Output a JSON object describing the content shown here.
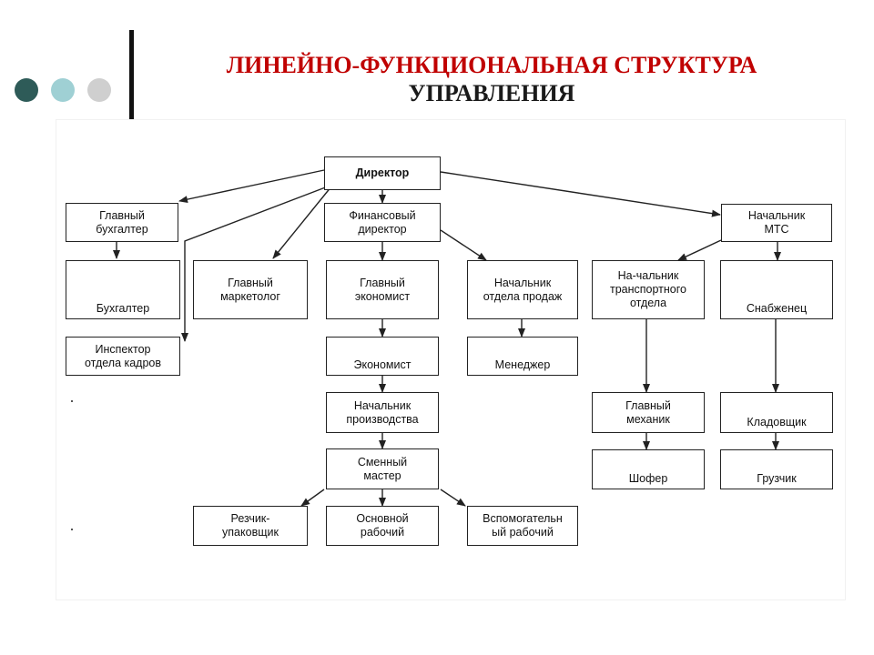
{
  "slide": {
    "title_line1": "ЛИНЕЙНО-ФУНКЦИОНАЛЬНАЯ СТРУКТУРА",
    "title_line2": "УПРАВЛЕНИЯ",
    "colors": {
      "title": "#c00000",
      "dot1": "#2e5b58",
      "dot2": "#9fd0d4",
      "dot3": "#cfcfcf"
    }
  },
  "chart": {
    "boxes": {
      "director": [
        "Директор"
      ],
      "chief_accountant": [
        "Главный",
        "бухгалтер"
      ],
      "finance_director": [
        "Финансовый",
        "директор"
      ],
      "head_mts": [
        "Начальник",
        "МТС"
      ],
      "accountant": [
        "Бухгалтер"
      ],
      "chief_marketer": [
        "Главный",
        "маркетолог"
      ],
      "chief_economist": [
        "Главный",
        "экономист"
      ],
      "head_sales": [
        "Начальник",
        "отдела продаж"
      ],
      "head_transport": [
        "На-чальник",
        "транспортного",
        "отдела"
      ],
      "supplier": [
        "Снабженец"
      ],
      "hr_inspector": [
        "Инспектор",
        "отдела кадров"
      ],
      "economist": [
        "Экономист"
      ],
      "manager": [
        "Менеджер"
      ],
      "head_production": [
        "Начальник",
        "производства"
      ],
      "chief_mechanic": [
        "Главный",
        "механик"
      ],
      "storekeeper": [
        "Кладовщик"
      ],
      "shift_master": [
        "Сменный",
        "мастер"
      ],
      "driver": [
        "Шофер"
      ],
      "loader": [
        "Грузчик"
      ],
      "cutter_packer": [
        "Резчик-",
        "упаковщик"
      ],
      "main_worker": [
        "Основной",
        "рабочий"
      ],
      "aux_worker": [
        "Вспомогательн",
        "ый рабочий"
      ]
    }
  }
}
